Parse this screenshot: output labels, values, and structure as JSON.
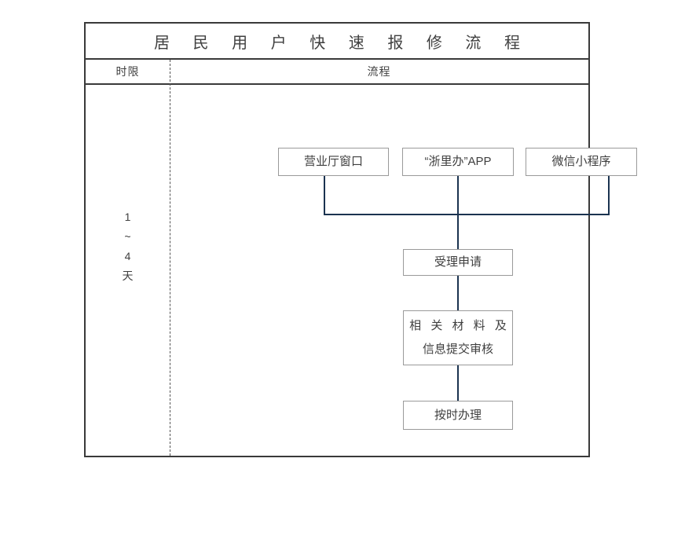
{
  "diagram": {
    "title": "居 民 用 户 快 速 报 修 流 程",
    "title_plain": "居民用户快速报修流程",
    "columns": {
      "limit_header": "时限",
      "process_header": "流程"
    },
    "time_limit": {
      "lines": [
        "1",
        "~",
        "4",
        "天"
      ],
      "plain": "1~4天"
    },
    "nodes": {
      "hall": "营业厅窗口",
      "zhejiang_app": "“浙里办”APP",
      "wechat_mini": "微信小程序",
      "accept": "受理申请",
      "materials_line1": "相 关 材 料 及",
      "materials_line2": "信息提交审核",
      "materials_plain": "相关材料及信息提交审核",
      "process": "按时办理"
    },
    "colors": {
      "frame": "#3a3a3a",
      "box_border": "#9a9a9a",
      "connector": "#1b3350",
      "text": "#3f3f3f",
      "background": "#ffffff"
    }
  },
  "chart_data": {
    "type": "diagram",
    "title": "居民用户快速报修流程",
    "columns": [
      "时限",
      "流程"
    ],
    "time_limit": "1~4天",
    "nodes": [
      {
        "id": "hall",
        "label": "营业厅窗口",
        "level": 1
      },
      {
        "id": "zhejiang_app",
        "label": "“浙里办”APP",
        "level": 1
      },
      {
        "id": "wechat_mini",
        "label": "微信小程序",
        "level": 1
      },
      {
        "id": "accept",
        "label": "受理申请",
        "level": 2
      },
      {
        "id": "materials",
        "label": "相关材料及信息提交审核",
        "level": 3
      },
      {
        "id": "process",
        "label": "按时办理",
        "level": 4
      }
    ],
    "edges": [
      {
        "from": "hall",
        "to": "accept"
      },
      {
        "from": "zhejiang_app",
        "to": "accept"
      },
      {
        "from": "wechat_mini",
        "to": "accept"
      },
      {
        "from": "accept",
        "to": "materials"
      },
      {
        "from": "materials",
        "to": "process"
      }
    ]
  }
}
